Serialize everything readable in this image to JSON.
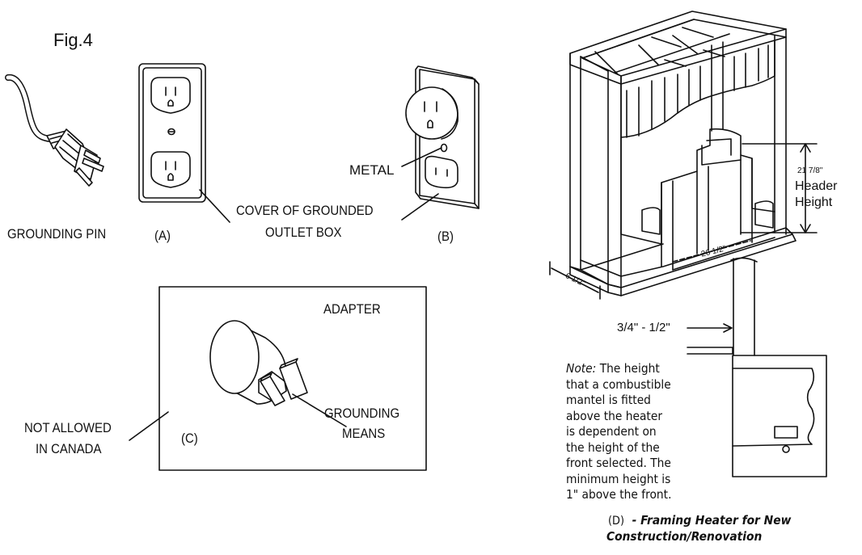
{
  "figure_label": "Fig.4",
  "labels": {
    "grounding_pin": "GROUNDING PIN",
    "panel_a": "(A)",
    "panel_b": "(B)",
    "panel_c": "(C)",
    "cover_line1": "COVER OF GROUNDED",
    "cover_line2": "OUTLET BOX",
    "metal": "METAL",
    "adapter": "ADAPTER",
    "grounding_means_line1": "GROUNDING",
    "grounding_means_line2": "MEANS",
    "not_allowed_line1": "NOT ALLOWED",
    "not_allowed_line2": "IN CANADA"
  },
  "framing": {
    "header_dim": "21 7/8\"",
    "header_label_line1": "Header",
    "header_label_line2": "Height",
    "width_dim": "26 1/2\"",
    "depth_dim": "6 1/2\"",
    "clearance_dim": "3/4\" - 1/2\"",
    "note_lead": "Note:",
    "note_lines": [
      "The height",
      "that a combustible",
      "mantel is fitted",
      "above the heater",
      "is dependent on",
      "the height of the",
      "front selected. The",
      "minimum height is",
      "1\" above the front."
    ],
    "caption_prefix": "(D)",
    "caption_line1": "- Framing Heater for New",
    "caption_line2": "Construction/Renovation"
  }
}
